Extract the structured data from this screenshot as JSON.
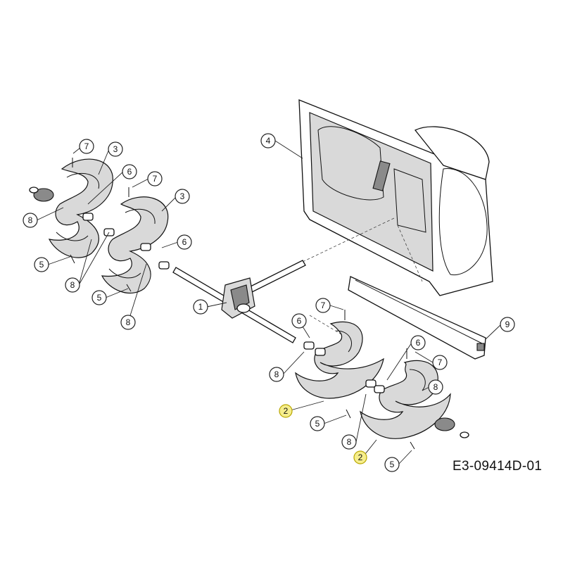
{
  "drawing_code": "E3-09414D-01",
  "callouts": [
    {
      "label": "7",
      "highlight": false
    },
    {
      "label": "3",
      "highlight": false
    },
    {
      "label": "6",
      "highlight": false
    },
    {
      "label": "7",
      "highlight": false
    },
    {
      "label": "3",
      "highlight": false
    },
    {
      "label": "8",
      "highlight": false
    },
    {
      "label": "6",
      "highlight": false
    },
    {
      "label": "5",
      "highlight": false
    },
    {
      "label": "8",
      "highlight": false
    },
    {
      "label": "5",
      "highlight": false
    },
    {
      "label": "8",
      "highlight": false
    },
    {
      "label": "4",
      "highlight": false
    },
    {
      "label": "1",
      "highlight": false
    },
    {
      "label": "7",
      "highlight": false
    },
    {
      "label": "6",
      "highlight": false
    },
    {
      "label": "9",
      "highlight": false
    },
    {
      "label": "8",
      "highlight": false
    },
    {
      "label": "6",
      "highlight": false
    },
    {
      "label": "7",
      "highlight": false
    },
    {
      "label": "8",
      "highlight": false
    },
    {
      "label": "2",
      "highlight": true
    },
    {
      "label": "5",
      "highlight": false
    },
    {
      "label": "8",
      "highlight": false
    },
    {
      "label": "2",
      "highlight": true
    },
    {
      "label": "5",
      "highlight": false
    }
  ],
  "highlight_color": "#f6ee8c"
}
